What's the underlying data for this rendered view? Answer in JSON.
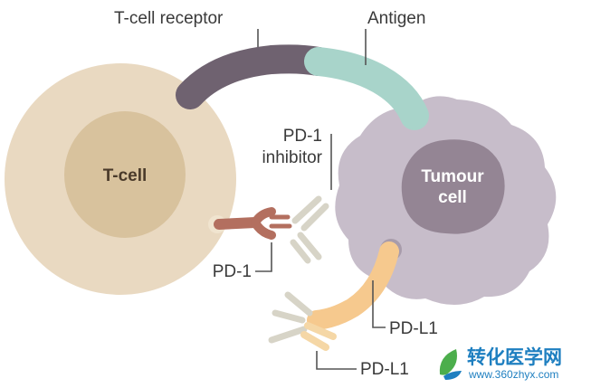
{
  "labels": {
    "tcell_receptor": "T-cell receptor",
    "antigen": "Antigen",
    "tcell": "T-cell",
    "tumour_line1": "Tumour",
    "tumour_line2": "cell",
    "pd1_inhibitor_line1": "PD-1",
    "pd1_inhibitor_line2": "inhibitor",
    "pd1": "PD-1",
    "pdl1": "PD-L1",
    "pdl1_antibody": "PD-L1"
  },
  "watermark": {
    "title": "转化医学网",
    "url": "www.360zhyx.com"
  },
  "colors": {
    "tcell_outer": "#e8d8c0",
    "tcell_inner": "#d7c19c",
    "tumour_outer": "#c6bcc9",
    "tumour_nucleus": "#938493",
    "receptor": "#6f6270",
    "antigen": "#a7d3c9",
    "pd1": "#b36f5f",
    "pdl1": "#f6c98e",
    "inhibitor": "#d6d3c6",
    "pdl1_antibody": "#f5d7a6"
  }
}
